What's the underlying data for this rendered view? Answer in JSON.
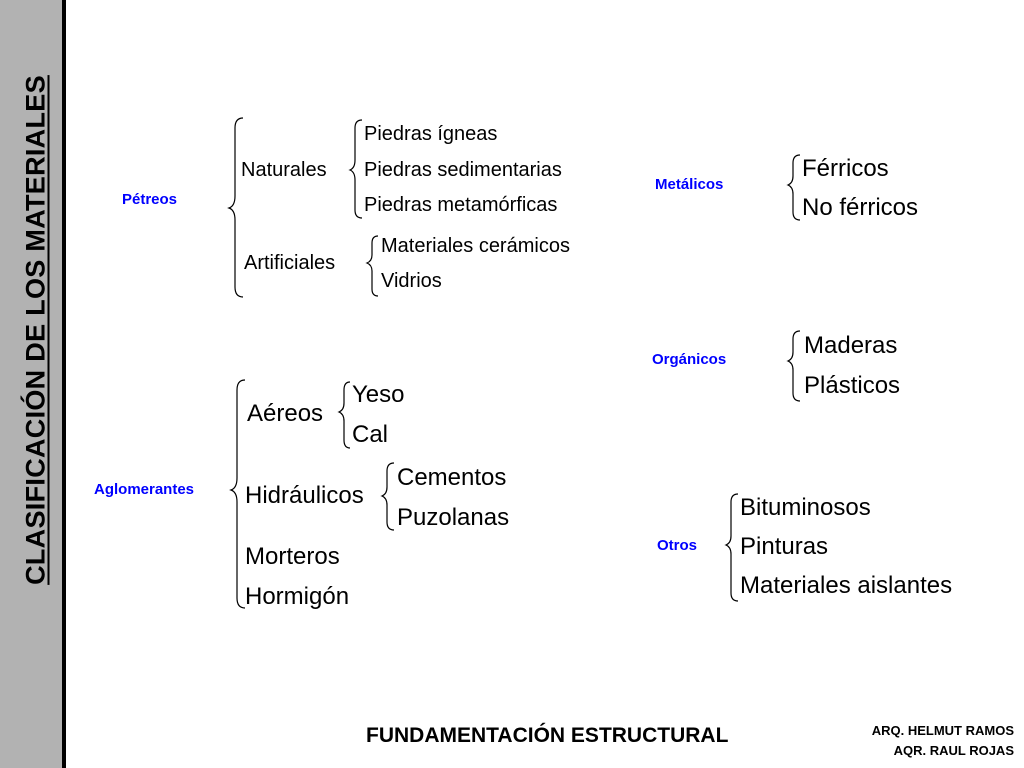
{
  "side_title": "CLASIFICACIÓN DE LOS MATERIALES",
  "petreos": {
    "label": "Pétreos",
    "naturales": {
      "label": "Naturales",
      "items": [
        "Piedras ígneas",
        "Piedras sedimentarias",
        "Piedras metamórficas"
      ]
    },
    "artificiales": {
      "label": "Artificiales",
      "items": [
        "Materiales cerámicos",
        "Vidrios"
      ]
    }
  },
  "aglomerantes": {
    "label": "Aglomerantes",
    "aereos": {
      "label": "Aéreos",
      "items": [
        "Yeso",
        "Cal"
      ]
    },
    "hidraulicos": {
      "label": "Hidráulicos",
      "items": [
        "Cementos",
        "Puzolanas"
      ]
    },
    "others": [
      "Morteros",
      "Hormigón"
    ]
  },
  "metalicos": {
    "label": "Metálicos",
    "items": [
      "Férricos",
      "No férricos"
    ]
  },
  "organicos": {
    "label": "Orgánicos",
    "items": [
      "Maderas",
      "Plásticos"
    ]
  },
  "otros": {
    "label": "Otros",
    "items": [
      "Bituminosos",
      "Pinturas",
      "Materiales aislantes"
    ]
  },
  "footer": {
    "title": "FUNDAMENTACIÓN ESTRUCTURAL",
    "authors": [
      "ARQ. HELMUT RAMOS",
      "AQR. RAUL ROJAS"
    ]
  }
}
